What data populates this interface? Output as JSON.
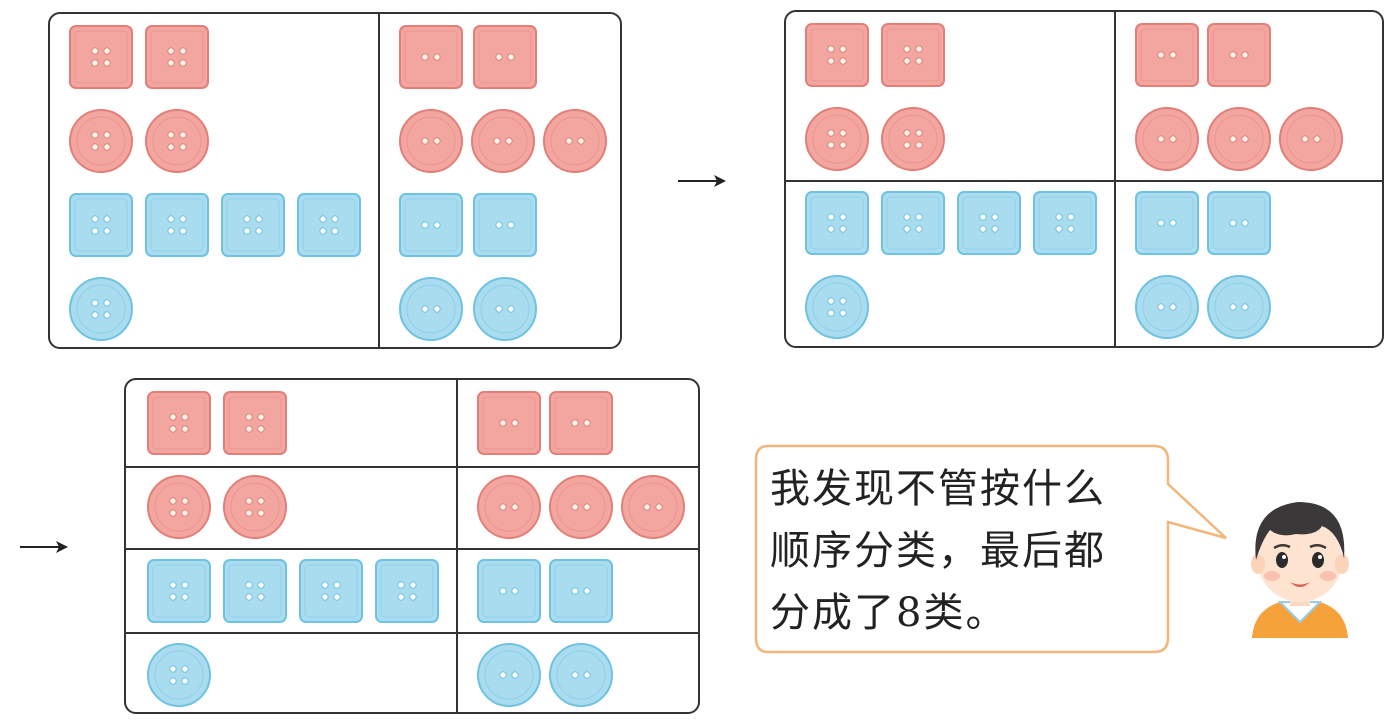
{
  "speech": {
    "line1": "我发现不管按什么",
    "line2": "顺序分类，最后都",
    "line3": "分成了8类。"
  },
  "colors": {
    "pink_fill": "#f3a6a0",
    "pink_edge": "#e27f78",
    "blue_fill": "#a9dcef",
    "blue_edge": "#6fc2e1",
    "bubble_border": "#f2b57a",
    "panel_border": "#333333"
  },
  "icons": {
    "arrow": "arrow-right-icon",
    "child": "boy-icon"
  },
  "stages": [
    {
      "name": "stage-1",
      "sort": "by hole count"
    },
    {
      "name": "stage-2",
      "sort": "by hole count, then color"
    },
    {
      "name": "stage-3",
      "sort": "by hole count, color, then shape"
    }
  ]
}
